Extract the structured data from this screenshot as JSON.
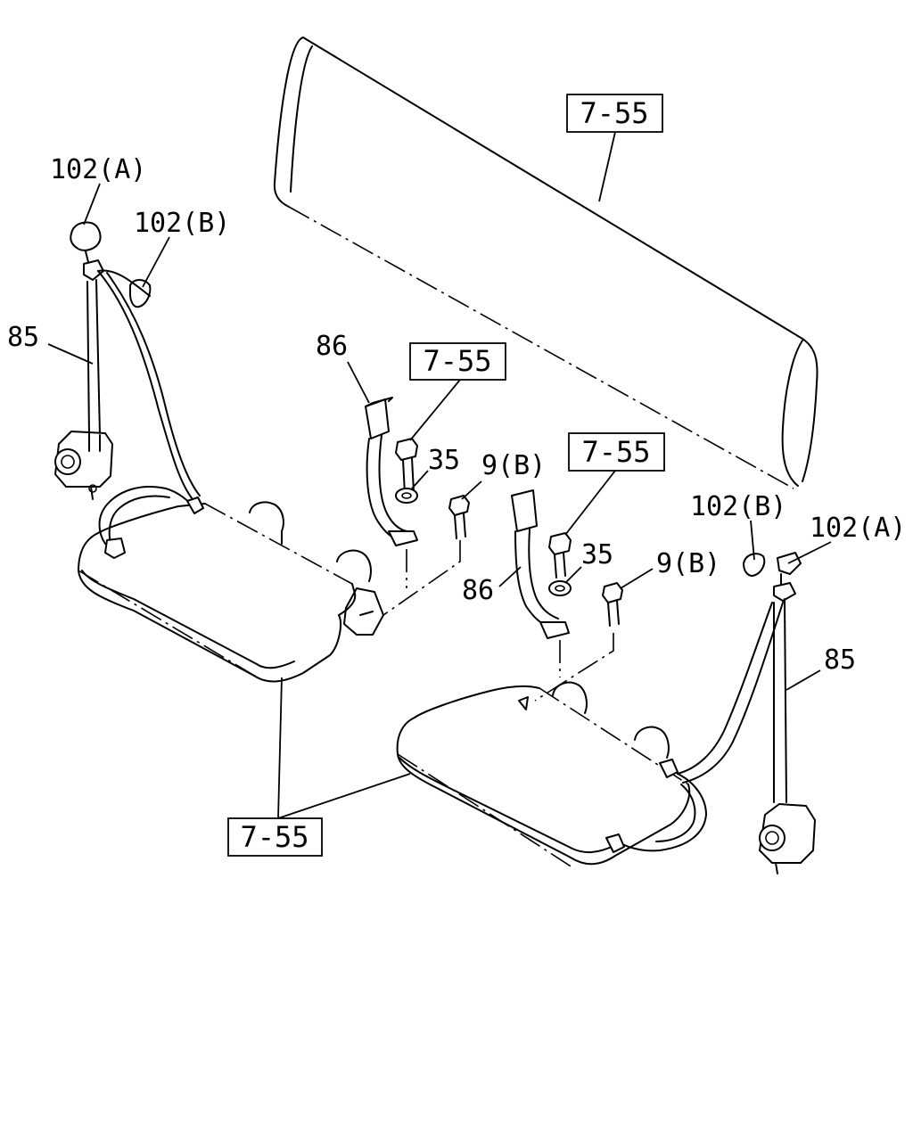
{
  "labels": {
    "ref_backrest": "7-55",
    "ref_left_buckle": "7-55",
    "ref_right_buckle": "7-55",
    "ref_cushions": "7-55",
    "left_102a": "102(A)",
    "left_102b": "102(B)",
    "left_85": "85",
    "left_86": "86",
    "left_35": "35",
    "left_9b": "9(B)",
    "right_102b": "102(B)",
    "right_102a": "102(A)",
    "right_85": "85",
    "right_86": "86",
    "right_35": "35",
    "right_9b": "9(B)"
  }
}
